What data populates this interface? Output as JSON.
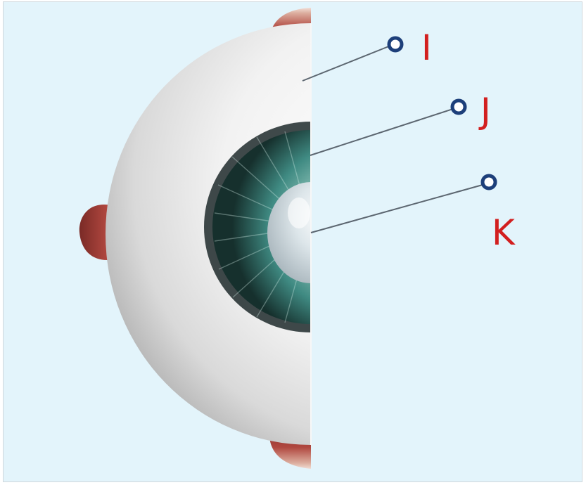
{
  "diagram": {
    "labels": [
      {
        "id": "I",
        "text": "I",
        "points_to": "sclera"
      },
      {
        "id": "J",
        "text": "J",
        "points_to": "iris"
      },
      {
        "id": "K",
        "text": "K",
        "points_to": "lens"
      }
    ],
    "colors": {
      "background": "#e3f4fb",
      "label_text": "#d21f1f",
      "marker_ring": "#1d3f7a",
      "leader_line": "#5c6670",
      "iris": "#3f8a82",
      "muscle": "#a8433c"
    }
  }
}
